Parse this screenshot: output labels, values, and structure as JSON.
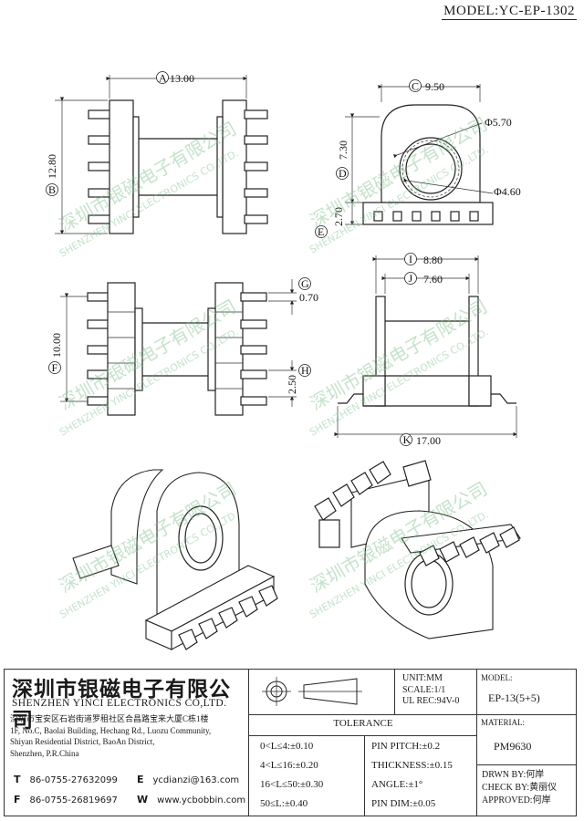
{
  "header": {
    "model_text": "MODEL:YC-EP-1302"
  },
  "watermark": {
    "cn": "深圳市银磁电子有限公司",
    "en": "SHENZHEN YINCI ELECTRONICS CO.,LTD."
  },
  "dimensions": {
    "A": {
      "letter": "A",
      "value": "13.00"
    },
    "B": {
      "letter": "B",
      "value": "12.80"
    },
    "C": {
      "letter": "C",
      "value": "9.50"
    },
    "D": {
      "letter": "D",
      "value": "7.30"
    },
    "E": {
      "letter": "E",
      "value": "2.70"
    },
    "F": {
      "letter": "F",
      "value": "10.00"
    },
    "G": {
      "letter": "G",
      "value": "0.70"
    },
    "H": {
      "letter": "H",
      "value": "2.50"
    },
    "I": {
      "letter": "I",
      "value": "8.80"
    },
    "J": {
      "letter": "J",
      "value": "7.60"
    },
    "K": {
      "letter": "K",
      "value": "17.00"
    },
    "dia_outer": "Φ5.70",
    "dia_inner": "Φ4.60"
  },
  "title_block": {
    "company_cn": "深圳市银磁电子有限公司",
    "company_en": "SHENZHEN YINCI ELECTRONICS CO,LTD.",
    "address_lines": [
      "深圳市宝安区石岩街道罗租社区合昌路宝来大厦C栋1楼",
      "1F, No.C, Baolai Building, Hechang Rd., Luozu Community,",
      "Shiyan Residential District, BaoAn District,",
      "Shenzhen, P.R.China"
    ],
    "phone_label": "T",
    "phone": "86-0755-27632099",
    "fax_label": "F",
    "fax": "86-0755-26819697",
    "email_label": "E",
    "email": "ycdianzi@163.com",
    "web_label": "W",
    "web": "www.ycbobbin.com",
    "unit": "UNIT:MM",
    "scale": "SCALE:1/1",
    "ul": "UL REC:94V-0",
    "model_label": "MODEL:",
    "model_value": "EP-13(5+5)",
    "material_label": "MATERIAL:",
    "material_value": "PM9630",
    "tolerance_title": "TOLERANCE",
    "tol_left": [
      "0<L≤4:±0.10",
      "4<L≤16:±0.20",
      "16<L≤50:±0.30",
      "50≤L:±0.40"
    ],
    "tol_right": [
      "PIN PITCH:±0.2",
      "THICKNESS:±0.15",
      "ANGLE:±1°",
      "PIN DIM:±0.05"
    ],
    "drawn_by": "DRWN BY:何岸",
    "check_by": "CHECK BY:黄丽仪",
    "approved": "APPROVED:何岸"
  }
}
